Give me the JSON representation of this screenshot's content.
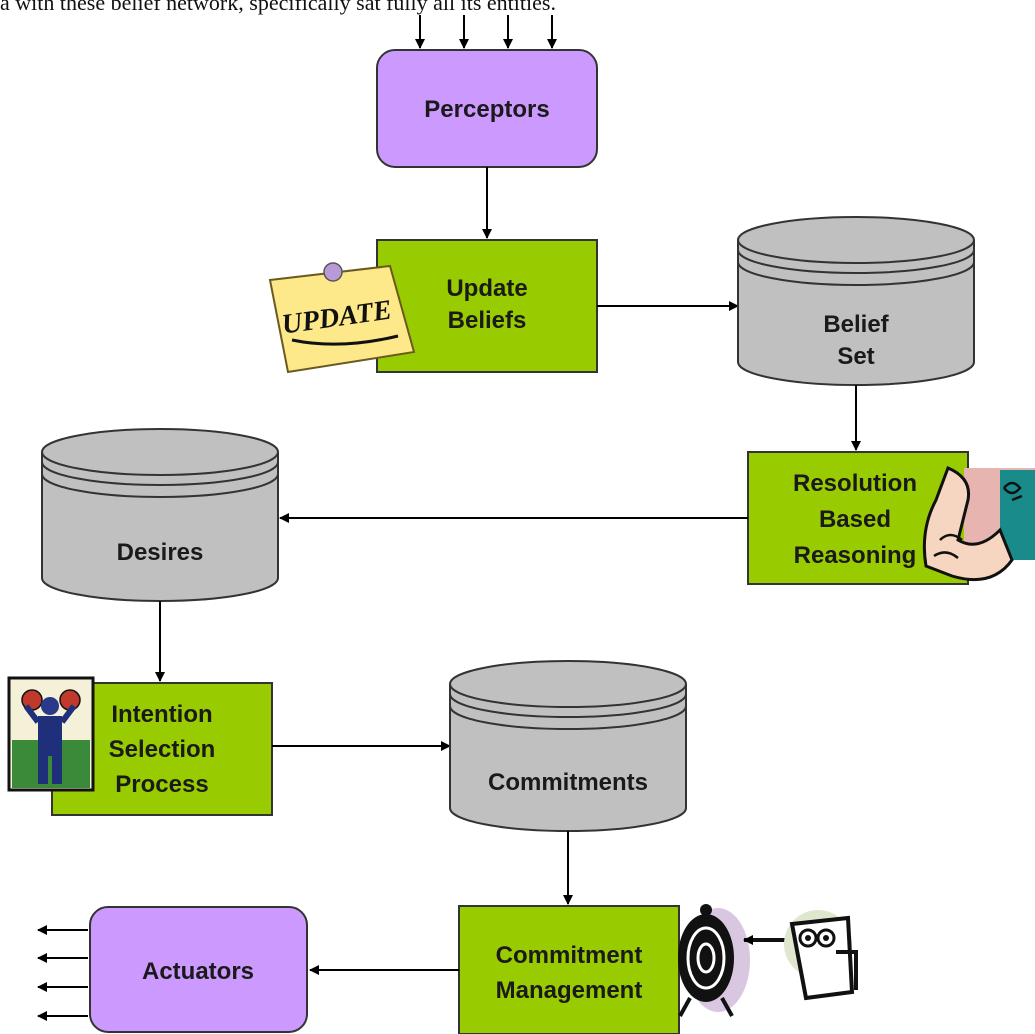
{
  "caption": "a with these belief network, specifically sat fully all its entities.",
  "nodes": {
    "perceptors": "Perceptors",
    "update_beliefs": [
      "Update",
      "Beliefs"
    ],
    "belief_set": [
      "Belief",
      "Set"
    ],
    "resolution": [
      "Resolution",
      "Based",
      "Reasoning"
    ],
    "desires": "Desires",
    "intention": [
      "Intention",
      "Selection",
      "Process"
    ],
    "commitments": "Commitments",
    "commitment_mgmt": [
      "Commitment",
      "Management"
    ],
    "actuators": "Actuators"
  },
  "clipart": {
    "update_note": "UPDATE"
  },
  "colors": {
    "process": "#99cc00",
    "io": "#cc99ff",
    "store": "#c0c0c0",
    "edge": "#000000"
  }
}
